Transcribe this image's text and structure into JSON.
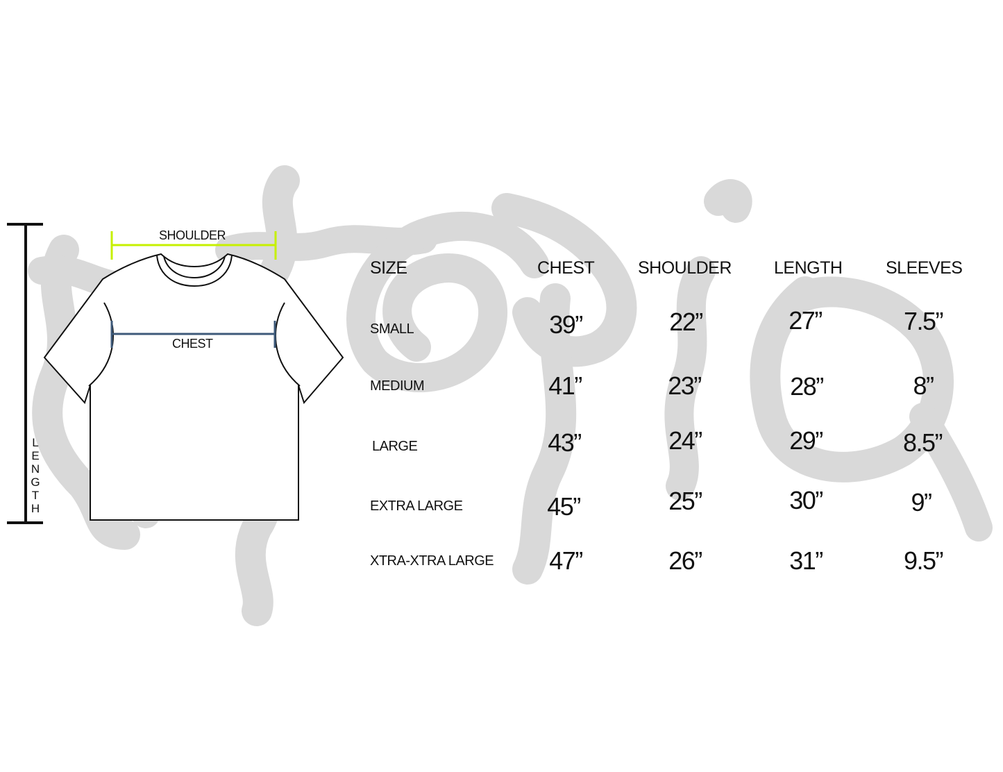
{
  "diagram": {
    "shoulder_label": "SHOULDER",
    "chest_label": "CHEST",
    "length_label": "LENGTH",
    "shoulder_line_color": "#c6f000",
    "chest_line_color": "#3e5a7a",
    "watermark_color": "#d9d9d9"
  },
  "table": {
    "headers": [
      "SIZE",
      "CHEST",
      "SHOULDER",
      "LENGTH",
      "SLEEVES"
    ],
    "rows": [
      {
        "size": "SMALL",
        "chest": "39”",
        "shoulder": "22”",
        "length": "27”",
        "sleeves": "7.5”"
      },
      {
        "size": "MEDIUM",
        "chest": "41”",
        "shoulder": "23”",
        "length": "28”",
        "sleeves": "8”"
      },
      {
        "size": "LARGE",
        "chest": "43”",
        "shoulder": "24”",
        "length": "29”",
        "sleeves": "8.5”"
      },
      {
        "size": "EXTRA LARGE",
        "chest": "45”",
        "shoulder": "25”",
        "length": "30”",
        "sleeves": "9”"
      },
      {
        "size": "XTRA-XTRA LARGE",
        "chest": "47”",
        "shoulder": "26”",
        "length": "31”",
        "sleeves": "9.5”"
      }
    ]
  }
}
